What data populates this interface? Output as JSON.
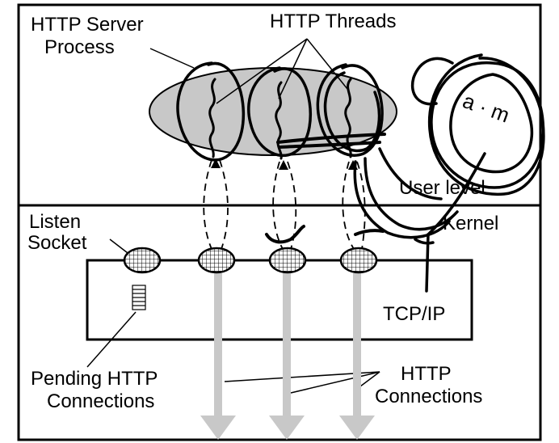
{
  "labels": {
    "server_process_line1": "HTTP Server",
    "server_process_line2": "Process",
    "http_threads": "HTTP Threads",
    "user_level": "User level",
    "kernel": "Kernel",
    "listen_socket_line1": "Listen",
    "listen_socket_line2": "Socket",
    "tcp_ip": "TCP/IP",
    "pending_line1": "Pending HTTP",
    "pending_line2": "Connections",
    "http_connections_line1": "HTTP",
    "http_connections_line2": "Connections"
  },
  "handwriting": {
    "scribble_text": "a · m"
  },
  "colors": {
    "ellipse_fill": "#c8c8c8",
    "arrow_fill": "#c8c8c8",
    "ink": "#000000"
  }
}
